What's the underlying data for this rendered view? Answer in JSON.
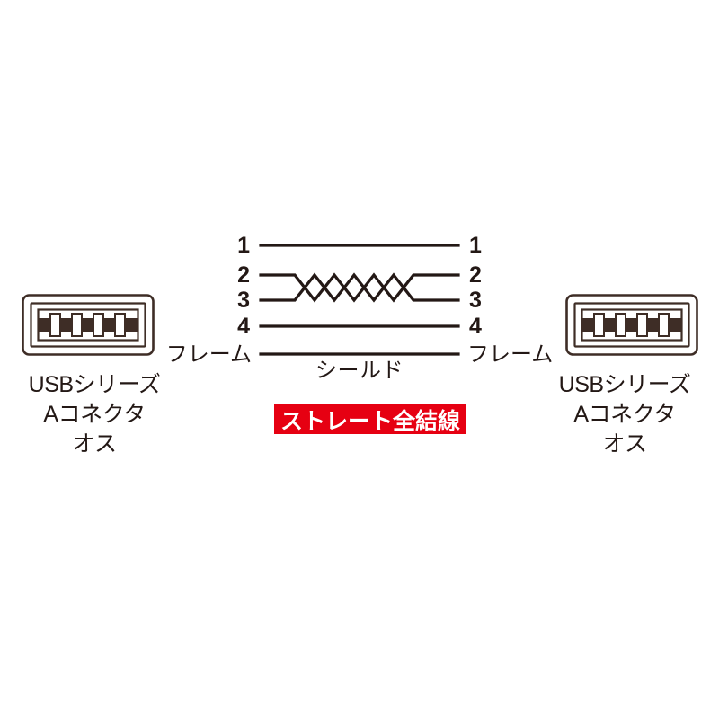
{
  "diagram": {
    "type": "usb-cable-wiring-diagram",
    "background_color": "#ffffff",
    "line_color": "#231815",
    "accent_color": "#e60012",
    "connector_fill": "#3e2d26"
  },
  "connectors": {
    "left": {
      "caption_line1": "USBシリーズ",
      "caption_line2": "Aコネクタ",
      "caption_line3": "オス",
      "icon": "usb-a-male-connector",
      "pin_count": 4
    },
    "right": {
      "caption_line1": "USBシリーズ",
      "caption_line2": "Aコネクタ",
      "caption_line3": "オス",
      "icon": "usb-a-male-connector",
      "pin_count": 4
    }
  },
  "pinout": {
    "left_labels": [
      "1",
      "2",
      "3",
      "4",
      "フレーム"
    ],
    "right_labels": [
      "1",
      "2",
      "3",
      "4",
      "フレーム"
    ],
    "rows": [
      {
        "left": "1",
        "right": "1",
        "style": "straight"
      },
      {
        "left": "2",
        "right": "2",
        "style": "twisted-pair"
      },
      {
        "left": "3",
        "right": "3",
        "style": "twisted-pair"
      },
      {
        "left": "4",
        "right": "4",
        "style": "straight"
      },
      {
        "left": "フレーム",
        "right": "フレーム",
        "style": "straight"
      }
    ],
    "twist_crossings": 4,
    "shield_label": "シールド"
  },
  "badge": {
    "text": "ストレート全結線",
    "background_color": "#e60012",
    "text_color": "#ffffff"
  }
}
